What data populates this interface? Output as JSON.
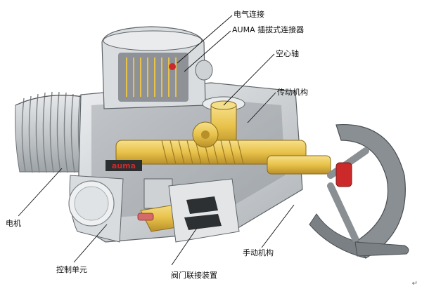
{
  "labels": {
    "electrical_connection": "电气连接",
    "auma_plug_connector": "AUMA 插拔式连接器",
    "hollow_shaft": "空心轴",
    "transmission": "传动机构",
    "motor": "电机",
    "control_unit": "控制单元",
    "valve_attachment": "阀门联接装置",
    "handwheel_mechanism": "手动机构"
  },
  "logo_text": "auma",
  "end_mark": "↵",
  "colors": {
    "housing_gray": "#c9cdd0",
    "housing_dark": "#8c9296",
    "brass_yellow": "#e8c24a",
    "brass_dark": "#b8902a",
    "accent_red": "#cc2a2a",
    "handwheel_gray": "#8a8f93"
  }
}
